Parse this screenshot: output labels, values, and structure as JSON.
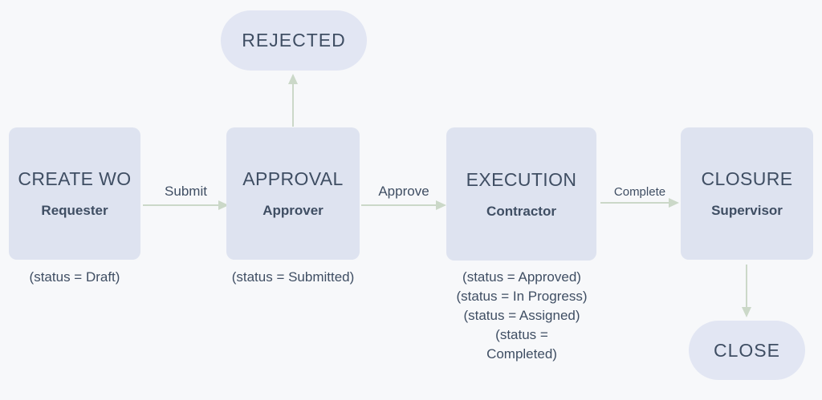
{
  "colors": {
    "background": "#f7f8fa",
    "node_fill": "#dee3f0",
    "terminal_fill": "#e2e6f3",
    "text": "#3f4e63",
    "arrow": "#cbd8c8"
  },
  "stages": [
    {
      "title": "CREATE WO",
      "role": "Requester",
      "statuses": [
        "(status = Draft)"
      ]
    },
    {
      "title": "APPROVAL",
      "role": "Approver",
      "statuses": [
        "(status = Submitted)"
      ]
    },
    {
      "title": "EXECUTION",
      "role": "Contractor",
      "statuses": [
        "(status = Approved)",
        "(status = In Progress)",
        "(status = Assigned)",
        "(status = Completed)"
      ]
    },
    {
      "title": "CLOSURE",
      "role": "Supervisor",
      "statuses": []
    }
  ],
  "terminals": {
    "rejected": "REJECTED",
    "close": "CLOSE"
  },
  "transitions": {
    "submit": "Submit",
    "approve": "Approve",
    "complete": "Complete"
  }
}
